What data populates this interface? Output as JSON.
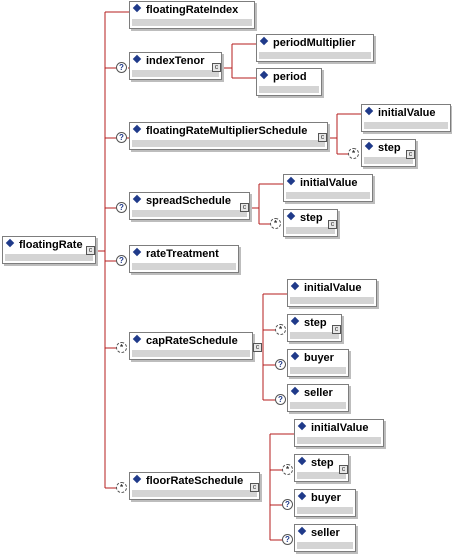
{
  "nodes": {
    "root": {
      "label": "floatingRate",
      "badge": "c"
    },
    "floatingRateIndex": {
      "label": "floatingRateIndex"
    },
    "indexTenor": {
      "label": "indexTenor",
      "badge": "c",
      "occurs": "?"
    },
    "periodMultiplier": {
      "label": "periodMultiplier"
    },
    "period": {
      "label": "period"
    },
    "floatingRateMultiplierSchedule": {
      "label": "floatingRateMultiplierSchedule",
      "badge": "c",
      "occurs": "?"
    },
    "frms_initialValue": {
      "label": "initialValue"
    },
    "frms_step": {
      "label": "step",
      "badge": "c",
      "occurs": "*"
    },
    "spreadSchedule": {
      "label": "spreadSchedule",
      "badge": "c",
      "occurs": "?"
    },
    "ss_initialValue": {
      "label": "initialValue"
    },
    "ss_step": {
      "label": "step",
      "badge": "c",
      "occurs": "*"
    },
    "rateTreatment": {
      "label": "rateTreatment",
      "occurs": "?"
    },
    "capRateSchedule": {
      "label": "capRateSchedule",
      "badge": "c",
      "occurs": "*"
    },
    "cap_initialValue": {
      "label": "initialValue"
    },
    "cap_step": {
      "label": "step",
      "badge": "c",
      "occurs": "*"
    },
    "cap_buyer": {
      "label": "buyer",
      "occurs": "?"
    },
    "cap_seller": {
      "label": "seller",
      "occurs": "?"
    },
    "floorRateSchedule": {
      "label": "floorRateSchedule",
      "badge": "c",
      "occurs": "*"
    },
    "floor_initialValue": {
      "label": "initialValue"
    },
    "floor_step": {
      "label": "step",
      "badge": "c",
      "occurs": "*"
    },
    "floor_buyer": {
      "label": "buyer",
      "occurs": "?"
    },
    "floor_seller": {
      "label": "seller",
      "occurs": "?"
    }
  },
  "colors": {
    "connector": "#b51c1c",
    "diamond": "#1f3a8a",
    "bar": "#d4d4d4"
  }
}
